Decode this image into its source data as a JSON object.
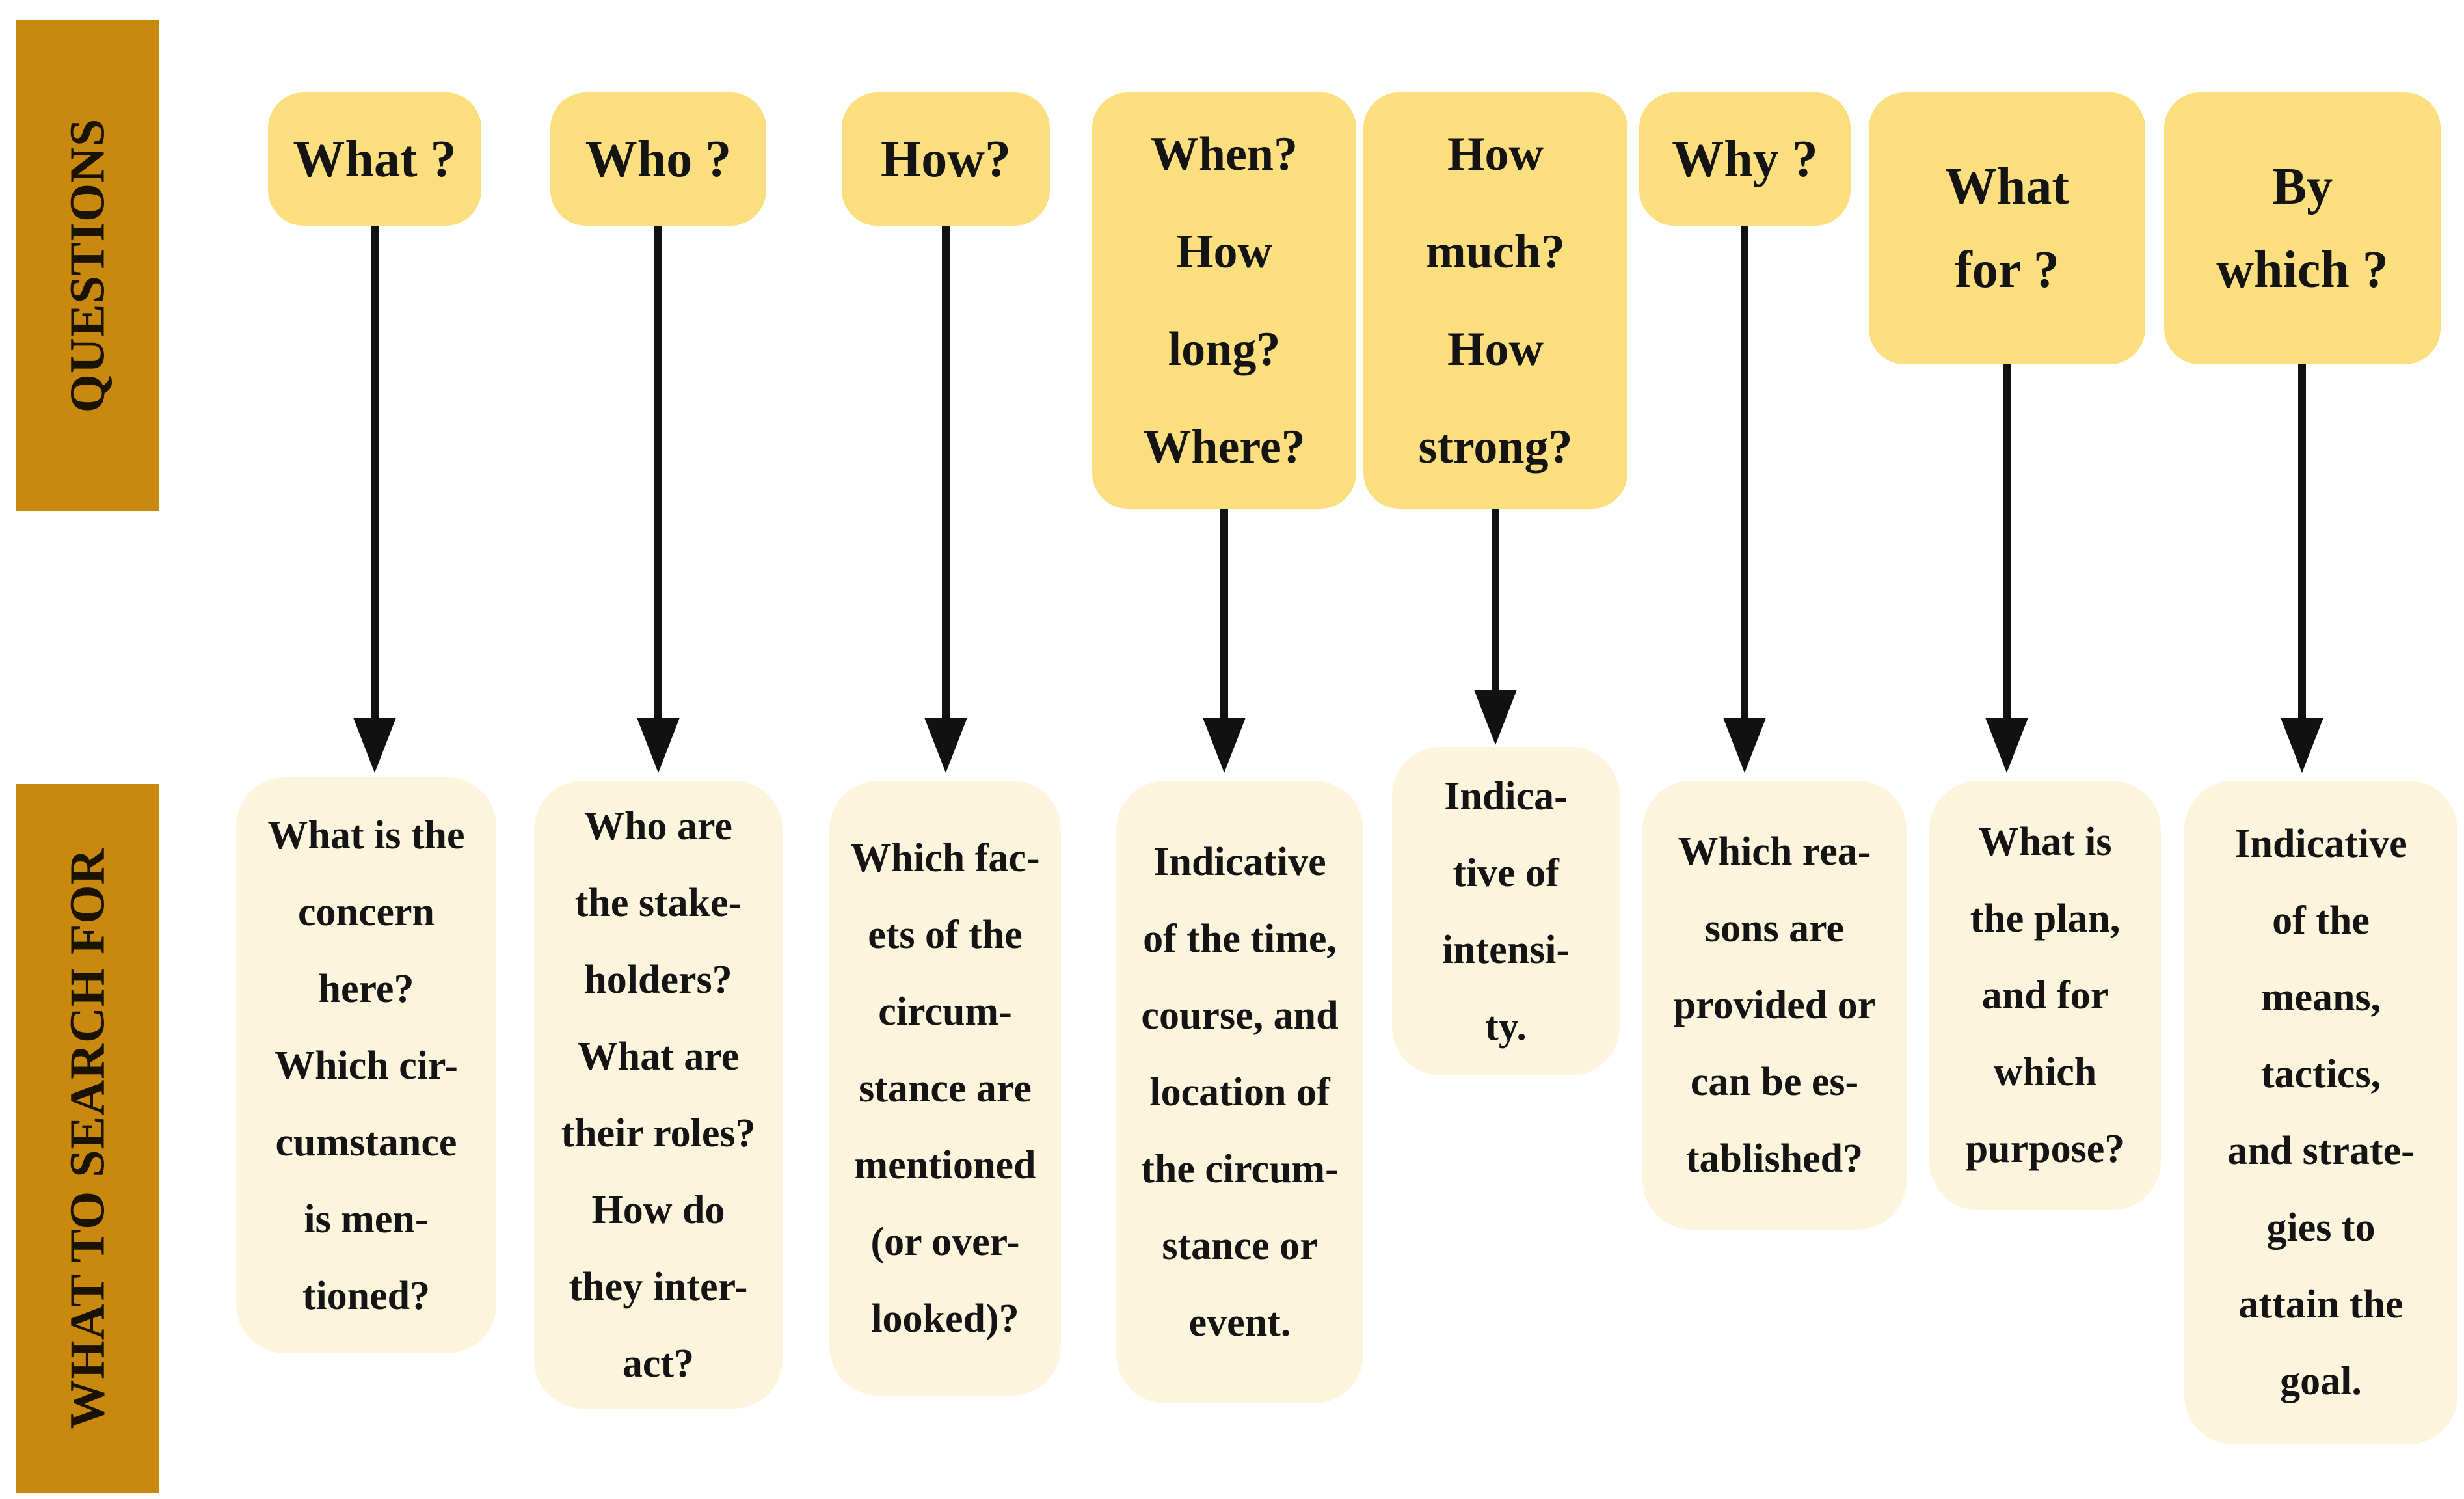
{
  "colors": {
    "row_label_bar": "#C9880E",
    "question_box": "#FBDE7D",
    "answer_box": "#FCF4DC",
    "arrow": "#111111",
    "text": "#141414",
    "background": "#FFFFFF"
  },
  "row_labels": {
    "questions": "QUESTIONS",
    "search": "WHAT TO SEARCH FOR"
  },
  "columns": [
    {
      "id": "what",
      "question": "What ?",
      "answer": "What is the\nconcern\nhere?\nWhich cir-\ncumstance\nis men-\ntioned?"
    },
    {
      "id": "who",
      "question": "Who ?",
      "answer": "Who are\nthe stake-\nholders?\nWhat are\ntheir roles?\nHow do\nthey inter-\nact?"
    },
    {
      "id": "how",
      "question": "How?",
      "answer": "Which fac-\nets of the\ncircum-\nstance are\nmentioned\n(or over-\nlooked)?"
    },
    {
      "id": "when-how-long-where",
      "question": "When?\nHow\nlong?\nWhere?",
      "answer": "Indicative\nof the time,\ncourse, and\nlocation of\nthe circum-\nstance or\nevent."
    },
    {
      "id": "how-much-how-strong",
      "question": "How\nmuch?\nHow\nstrong?",
      "answer": "Indica-\ntive of\nintensi-\nty."
    },
    {
      "id": "why",
      "question": "Why ?",
      "answer": "Which rea-\nsons are\nprovided or\ncan be es-\ntablished?"
    },
    {
      "id": "what-for",
      "question": "What\nfor ?",
      "answer": "What is\nthe plan,\nand for\nwhich\npurpose?"
    },
    {
      "id": "by-which",
      "question": "By\nwhich ?",
      "answer": "Indicative\nof the\nmeans,\ntactics,\nand strate-\ngies to\nattain the\ngoal."
    }
  ]
}
